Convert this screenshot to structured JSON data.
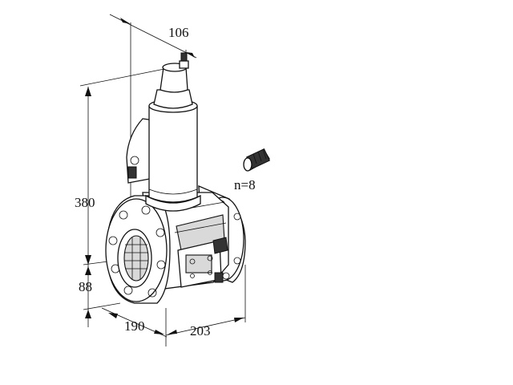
{
  "dimensions": {
    "top_width": "106",
    "height_total": "380",
    "height_center": "88",
    "depth_left": "190",
    "depth_right": "203",
    "bolt_count": "n=8"
  }
}
